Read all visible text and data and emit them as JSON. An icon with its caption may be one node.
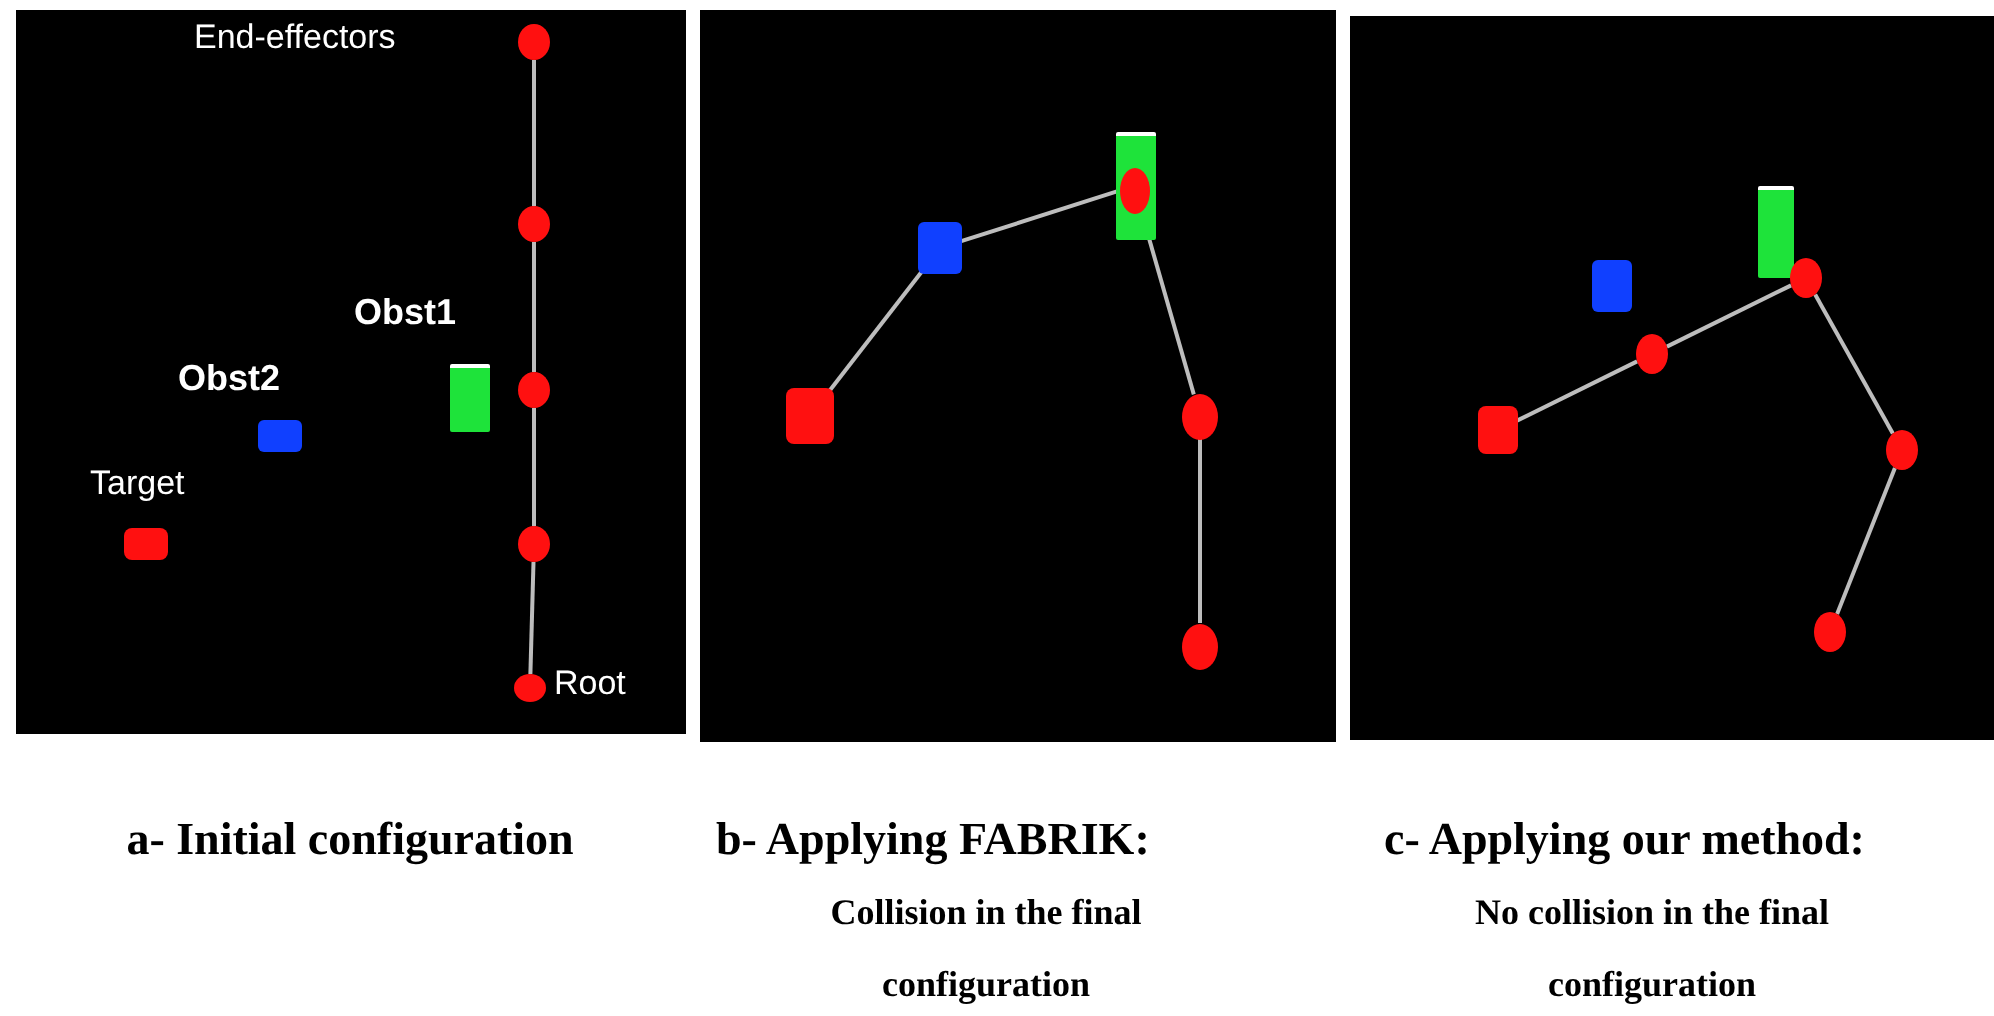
{
  "diagram": {
    "nodes": [
      {
        "text": [],
        "shape": "box",
        "beside": [
          "a- Initial configuration"
        ]
      },
      {
        "text": [],
        "shape": "circle",
        "in": 0,
        "beside": [
          "End-effectors"
        ]
      },
      {
        "text": [],
        "shape": "circle",
        "in": 0
      },
      {
        "text": [],
        "shape": "box",
        "in": 0,
        "beside": [
          "Obst1"
        ]
      },
      {
        "text": [],
        "shape": "circle",
        "in": 0
      },
      {
        "text": [],
        "shape": "box",
        "in": 0,
        "beside": [
          "Obst2"
        ]
      },
      {
        "text": [],
        "shape": "box",
        "in": 0,
        "beside": [
          "Target"
        ]
      },
      {
        "text": [],
        "shape": "circle",
        "in": 0
      },
      {
        "text": [],
        "shape": "circle",
        "in": 0,
        "beside": [
          "Root"
        ]
      },
      {
        "text": [],
        "shape": "box",
        "beside": [
          "b- Applying FABRIK:",
          "Collision in the final configuration"
        ]
      },
      {
        "text": [],
        "shape": "box",
        "in": 9
      },
      {
        "text": [],
        "shape": "circle",
        "in": 10
      },
      {
        "text": [],
        "shape": "box",
        "in": 9
      },
      {
        "text": [],
        "shape": "box",
        "in": 9
      },
      {
        "text": [],
        "shape": "circle",
        "in": 9
      },
      {
        "text": [],
        "shape": "circle",
        "in": 9
      },
      {
        "text": [],
        "shape": "box",
        "beside": [
          "c- Applying our method:",
          "No collision in the final configuration"
        ]
      },
      {
        "text": [],
        "shape": "box",
        "in": 16
      },
      {
        "text": [],
        "shape": "box",
        "in": 16
      },
      {
        "text": [],
        "shape": "circle",
        "in": 16
      },
      {
        "text": [],
        "shape": "circle",
        "in": 16
      },
      {
        "text": [],
        "shape": "box",
        "in": 16
      },
      {
        "text": [],
        "shape": "circle",
        "in": 16
      },
      {
        "text": [],
        "shape": "circle",
        "in": 16
      }
    ],
    "edges": [
      {
        "from": 1,
        "to": 2,
        "arrow": "none"
      },
      {
        "from": 2,
        "to": 4,
        "arrow": "none"
      },
      {
        "from": 4,
        "to": 7,
        "arrow": "none"
      },
      {
        "from": 7,
        "to": 8,
        "arrow": "none"
      },
      {
        "from": 13,
        "to": 12,
        "arrow": "none"
      },
      {
        "from": 12,
        "to": 11,
        "arrow": "none"
      },
      {
        "from": 11,
        "to": 14,
        "arrow": "none"
      },
      {
        "from": 14,
        "to": 15,
        "arrow": "none"
      },
      {
        "from": 21,
        "to": 20,
        "arrow": "none"
      },
      {
        "from": 20,
        "to": 19,
        "arrow": "none"
      },
      {
        "from": 19,
        "to": 22,
        "arrow": "none"
      },
      {
        "from": 22,
        "to": 23,
        "arrow": "none"
      }
    ]
  }
}
